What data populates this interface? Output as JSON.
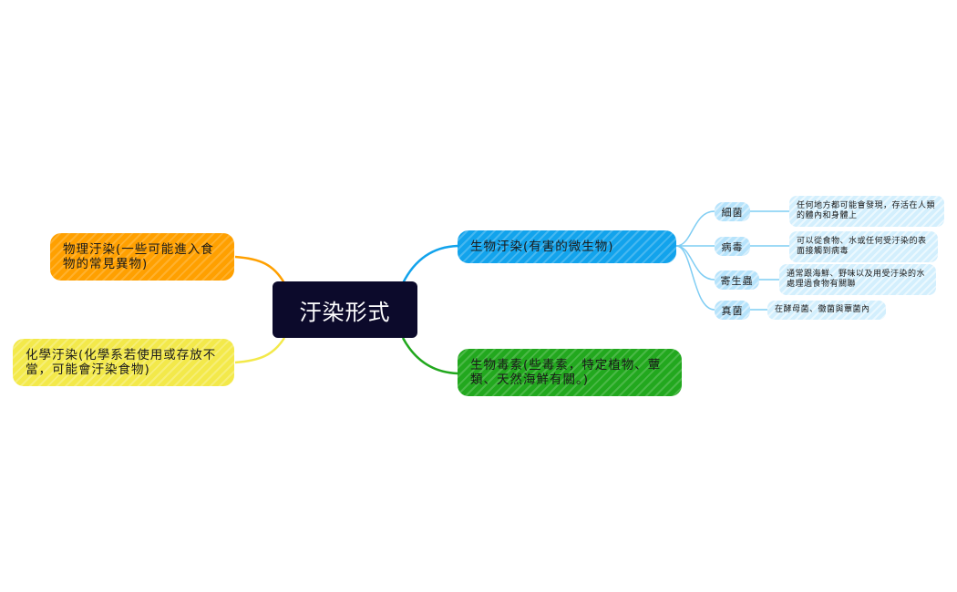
{
  "root": {
    "label": "汙染形式"
  },
  "left_branches": [
    {
      "label": "物理汙染(一些可能進入食物的常見異物)",
      "color": "#ffa000"
    },
    {
      "label": "化學汙染(化學系若使用或存放不當，可能會汙染食物)",
      "color": "#f3e94a"
    }
  ],
  "right_branches": [
    {
      "label": "生物汙染(有害的微生物)",
      "color": "#12a3ec",
      "children": [
        {
          "label": "細菌",
          "detail": "任何地方都可能會發現，存活在人類的體內和身體上"
        },
        {
          "label": "病毒",
          "detail": "可以從食物、水或任何受汙染的表面接觸到病毒"
        },
        {
          "label": "寄生蟲",
          "detail": "通常跟海鮮、野味以及用受汙染的水處理過食物有關聯"
        },
        {
          "label": "真菌",
          "detail": "在酵母菌、黴菌與蕈菌內"
        }
      ]
    },
    {
      "label": "生物毒素(些毒素，特定植物、蕈類、天然海鮮有關。)",
      "color": "#22a81e"
    }
  ]
}
